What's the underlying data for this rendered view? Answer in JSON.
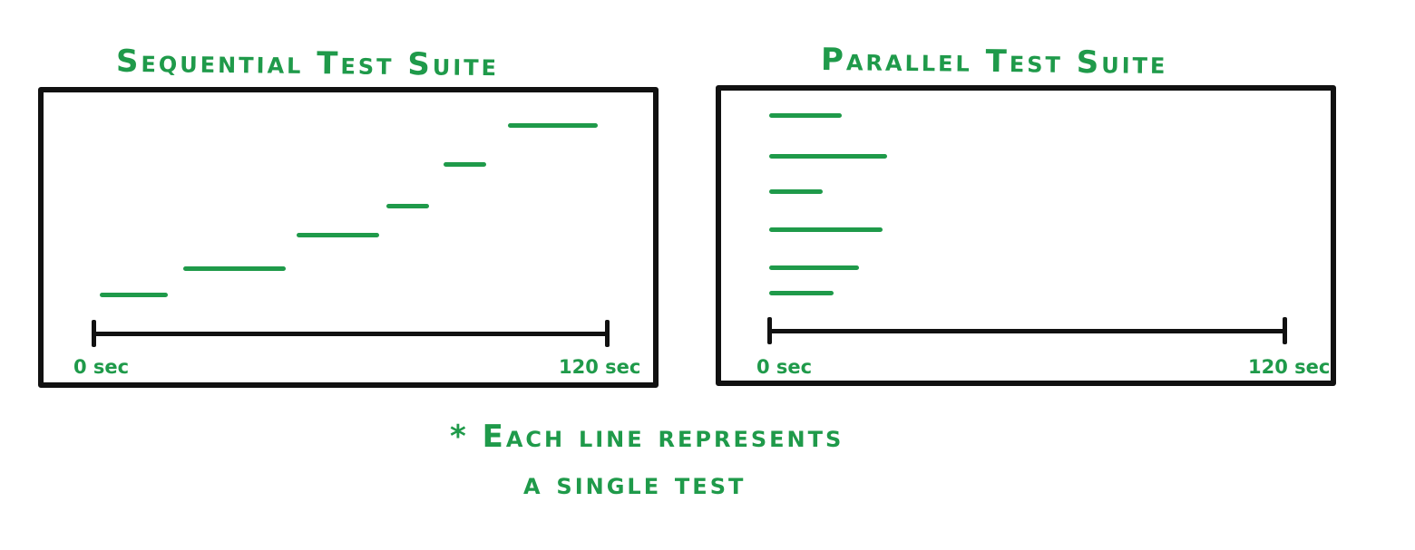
{
  "sequential": {
    "title": "Sequential Test Suite",
    "axis_start_label": "0 sec",
    "axis_end_label": "120 sec",
    "axis_range_sec": [
      0,
      120
    ],
    "tests": [
      {
        "start": 1.5,
        "end": 17.5
      },
      {
        "start": 21,
        "end": 45
      },
      {
        "start": 47.5,
        "end": 67
      },
      {
        "start": 68.5,
        "end": 78.5
      },
      {
        "start": 82,
        "end": 92
      },
      {
        "start": 97,
        "end": 118
      }
    ]
  },
  "parallel": {
    "title": "Parallel Test Suite",
    "axis_start_label": "0 sec",
    "axis_end_label": "120 sec",
    "axis_range_sec": [
      0,
      120
    ],
    "tests": [
      {
        "start": 0,
        "end": 17
      },
      {
        "start": 0,
        "end": 27.5
      },
      {
        "start": 0,
        "end": 12.5
      },
      {
        "start": 0,
        "end": 26.5
      },
      {
        "start": 0,
        "end": 21
      },
      {
        "start": 0,
        "end": 15
      }
    ]
  },
  "footnote": {
    "line1": "* Each line represents",
    "line2": "a single test"
  },
  "colors": {
    "accent": "#1f9a4a",
    "ink": "#111111"
  }
}
